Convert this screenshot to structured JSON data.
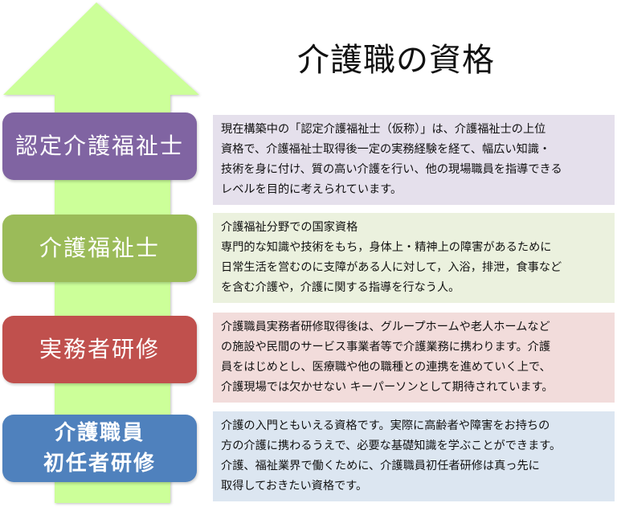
{
  "title": "介護職の資格",
  "colors": {
    "arrow": "#ccff99",
    "purple": "#8064a2",
    "green": "#9bbb59",
    "red": "#c0504d",
    "blue": "#4f81bd"
  },
  "levels": [
    {
      "label": "認定介護福祉士",
      "desc": "現在構築中の「認定介護福祉士（仮称）」は、介護福祉士の上位\n資格で、介護福祉士取得後一定の実務経験を経て、幅広い知識・\n技術を身に付け、質の高い介護を行い、他の現場職員を指導できる\nレベルを目的に考えられています。"
    },
    {
      "label": "介護福祉士",
      "desc": "介護福祉分野での国家資格\n専門的な知識や技術をもち，身体上・精神上の障害があるために\n日常生活を営むのに支障がある人に対して，入浴，排泄，食事など\nを含む介護や，介護に関する指導を行なう人。"
    },
    {
      "label": "実務者研修",
      "desc": "介護職員実務者研修取得後は、グループホームや老人ホームなど\nの施設や民間のサービス事業者等で介護業務に携わります。介護\n員をはじめとし、医療職や他の職種との連携を進めていく上で、\n介護現場では欠かせない キーパーソンとして期待されています。"
    },
    {
      "label": "介護職員\n初任者研修",
      "desc": "介護の入門ともいえる資格です。実際に高齢者や障害をお持ちの\n方の介護に携わるうえで、必要な基礎知識を学ぶことができます。\n介護、福祉業界で働くために、介護職員初任者研修は真っ先に\n取得しておきたい資格です。"
    }
  ]
}
